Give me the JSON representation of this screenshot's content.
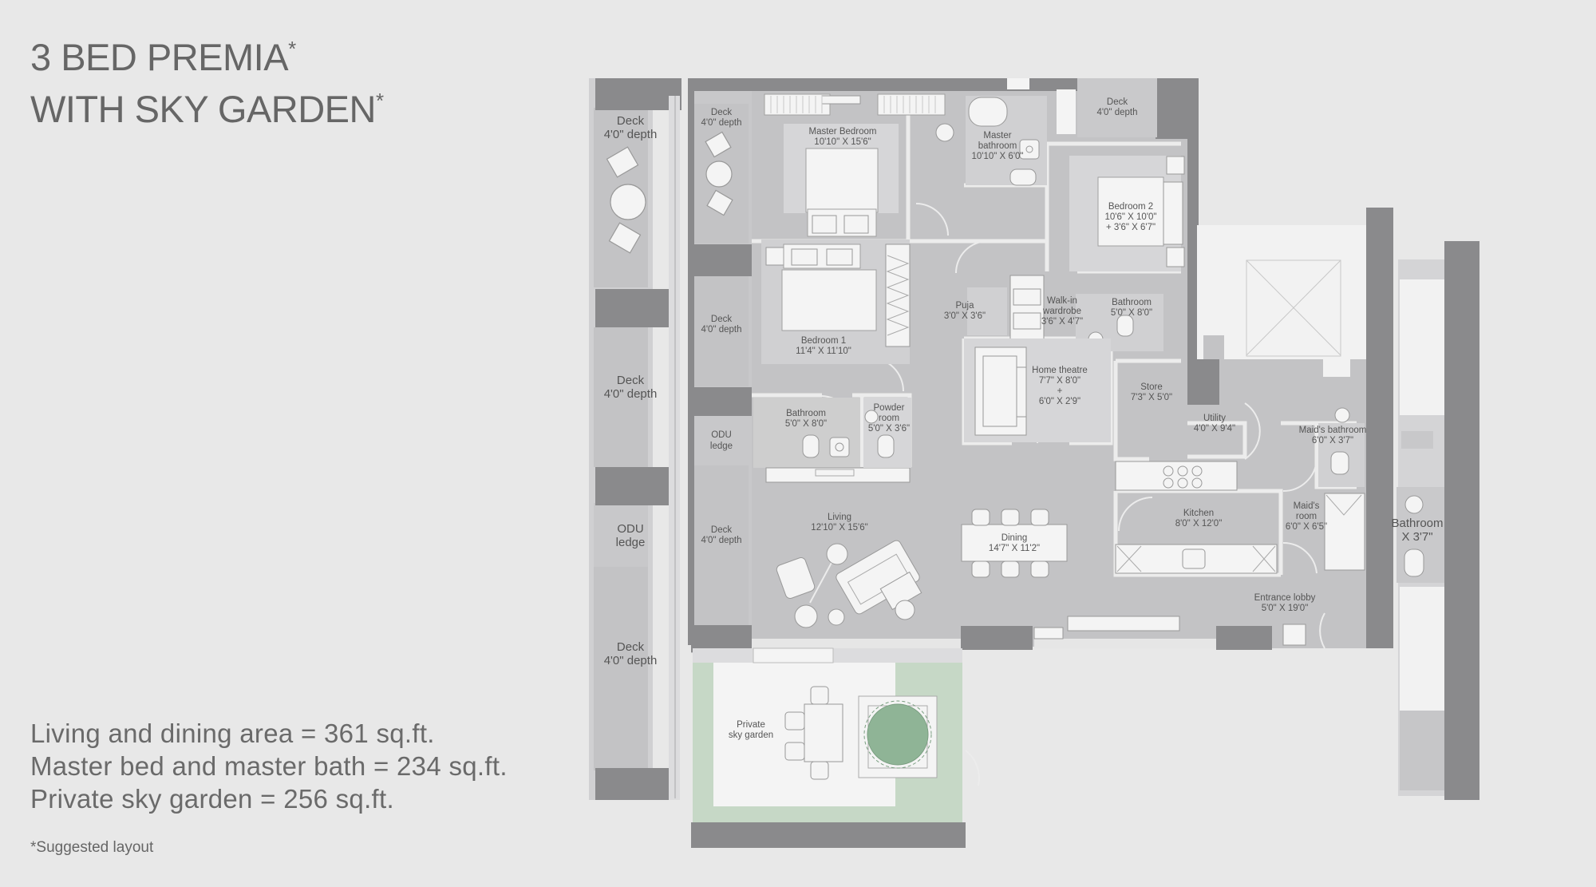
{
  "title": {
    "line1": "3 BED PREMIA",
    "line2": "WITH SKY GARDEN",
    "asterisk": "*"
  },
  "areas": [
    "Living and dining area = 361 sq.ft.",
    "Master bed and master bath = 234 sq.ft.",
    "Private sky garden = 256 sq.ft."
  ],
  "note": "*Suggested layout",
  "rooms": {
    "deck_a": {
      "name": "Deck",
      "dim": "4'0\" depth"
    },
    "deck_b": {
      "name": "Deck",
      "dim": "4'0\" depth"
    },
    "deck_c": {
      "name": "Deck",
      "dim": "4'0\" depth"
    },
    "odu_outer": {
      "name": "ODU",
      "dim": "ledge"
    },
    "deck_inner_1": {
      "name": "Deck",
      "dim": "4'0\" depth"
    },
    "deck_inner_2": {
      "name": "Deck",
      "dim": "4'0\" depth"
    },
    "odu_inner": {
      "name": "ODU",
      "dim": "ledge"
    },
    "deck_inner_3": {
      "name": "Deck",
      "dim": "4'0\" depth"
    },
    "deck_top": {
      "name": "Deck",
      "dim": "4'0\" depth"
    },
    "master_bedroom": {
      "name": "Master Bedroom",
      "dim": "10'10\" X 15'6\""
    },
    "master_bathroom": {
      "name1": "Master",
      "name2": "bathroom",
      "dim": "10'10\" X 6'0\""
    },
    "bedroom_2": {
      "name": "Bedroom 2",
      "dim": "10'6\" X 10'0\"",
      "dim2": "+ 3'6\" X 6'7\""
    },
    "bedroom_1": {
      "name": "Bedroom 1",
      "dim": "11'4\" X 11'10\""
    },
    "puja": {
      "name": "Puja",
      "dim": "3'0\" X 3'6\""
    },
    "walkin": {
      "name1": "Walk-in",
      "name2": "wardrobe",
      "dim": "3'6\" X 4'7\""
    },
    "bathroom_b2": {
      "name": "Bathroom",
      "dim": "5'0\" X 8'0\""
    },
    "home_theatre": {
      "name": "Home theatre",
      "dim": "7'7\" X 8'0\"",
      "plus": "+",
      "dim2": "6'0\" X 2'9\""
    },
    "store": {
      "name": "Store",
      "dim": "7'3\" X 5'0\""
    },
    "bathroom_b1": {
      "name": "Bathroom",
      "dim": "5'0\" X 8'0\""
    },
    "powder": {
      "name1": "Powder",
      "name2": "room",
      "dim": "5'0\" X 3'6\""
    },
    "utility": {
      "name": "Utility",
      "dim": "4'0\" X 9'4\""
    },
    "maids_bath": {
      "name": "Maid's bathroom",
      "dim": "6'0\" X 3'7\""
    },
    "kitchen": {
      "name": "Kitchen",
      "dim": "8'0\" X 12'0\""
    },
    "maids_room": {
      "name1": "Maid's",
      "name2": "room",
      "dim": "6'0\" X 6'5\""
    },
    "living": {
      "name": "Living",
      "dim": "12'10\" X 15'6\""
    },
    "dining": {
      "name": "Dining",
      "dim": "14'7\" X 11'2\""
    },
    "entrance": {
      "name": "Entrance lobby",
      "dim": "5'0\" X 19'0\""
    },
    "sky_garden": {
      "name1": "Private",
      "name2": "sky garden"
    },
    "neighbor_bath": {
      "name": "Bathroom",
      "dim": "X 3'7\""
    }
  },
  "colors": {
    "background": "#e8e8e8",
    "floor": "#c3c3c5",
    "wall": "#8a8a8c",
    "garden": "#c6d8c6",
    "tree": "#8fb496",
    "furniture": "#f4f4f4"
  }
}
